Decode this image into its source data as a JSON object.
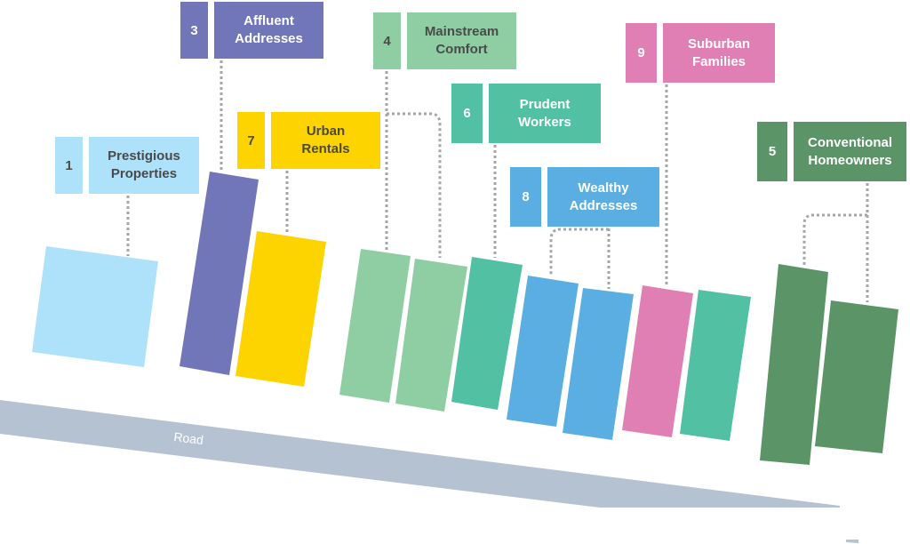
{
  "diagram": {
    "road_label": "Road",
    "colors": {
      "road": "#b4c2d2",
      "connector": "#a6a6a6",
      "dark_text": "#4a4a4a",
      "light_text": "#ffffff"
    },
    "segments": [
      {
        "id": "1",
        "number": "1",
        "line1": "Prestigious",
        "line2": "Properties",
        "color": "#aee1fa",
        "text_color": "#4a4a4a"
      },
      {
        "id": "3",
        "number": "3",
        "line1": "Affluent",
        "line2": "Addresses",
        "color": "#7076b8",
        "text_color": "#ffffff"
      },
      {
        "id": "7",
        "number": "7",
        "line1": "Urban",
        "line2": "Rentals",
        "color": "#fdd300",
        "text_color": "#4a4a4a"
      },
      {
        "id": "4",
        "number": "4",
        "line1": "Mainstream",
        "line2": "Comfort",
        "color": "#8fcea3",
        "text_color": "#4a4a4a"
      },
      {
        "id": "6",
        "number": "6",
        "line1": "Prudent",
        "line2": "Workers",
        "color": "#52c0a3",
        "text_color": "#ffffff"
      },
      {
        "id": "8",
        "number": "8",
        "line1": "Wealthy",
        "line2": "Addresses",
        "color": "#5aaee2",
        "text_color": "#ffffff"
      },
      {
        "id": "9",
        "number": "9",
        "line1": "Suburban",
        "line2": "Families",
        "color": "#e07fb3",
        "text_color": "#ffffff"
      },
      {
        "id": "5",
        "number": "5",
        "line1": "Conventional",
        "line2": "Homeowners",
        "color": "#5b9467",
        "text_color": "#ffffff"
      }
    ],
    "houses": [
      {
        "segment": "1"
      },
      {
        "segment": "3"
      },
      {
        "segment": "7"
      },
      {
        "segment": "4"
      },
      {
        "segment": "4"
      },
      {
        "segment": "6"
      },
      {
        "segment": "8"
      },
      {
        "segment": "8"
      },
      {
        "segment": "9"
      },
      {
        "segment": "6"
      },
      {
        "segment": "5"
      },
      {
        "segment": "5"
      }
    ]
  }
}
